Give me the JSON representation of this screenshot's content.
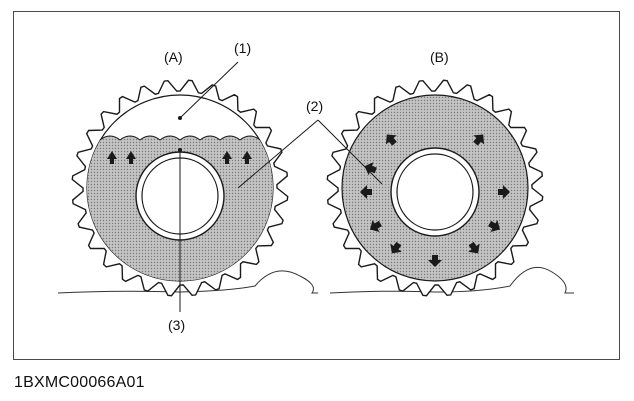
{
  "diagram": {
    "tires": [
      {
        "id": "A",
        "label": "(A)"
      },
      {
        "id": "B",
        "label": "(B)"
      }
    ],
    "callouts": [
      {
        "id": "1",
        "label": "(1)"
      },
      {
        "id": "2",
        "label": "(2)"
      },
      {
        "id": "3",
        "label": "(3)"
      }
    ]
  },
  "figure_code": "1BXMC00066A01",
  "colors": {
    "line": "#1a1a1a",
    "ballast_fill": "#bdbdbd",
    "tire_fill": "#ffffff"
  }
}
